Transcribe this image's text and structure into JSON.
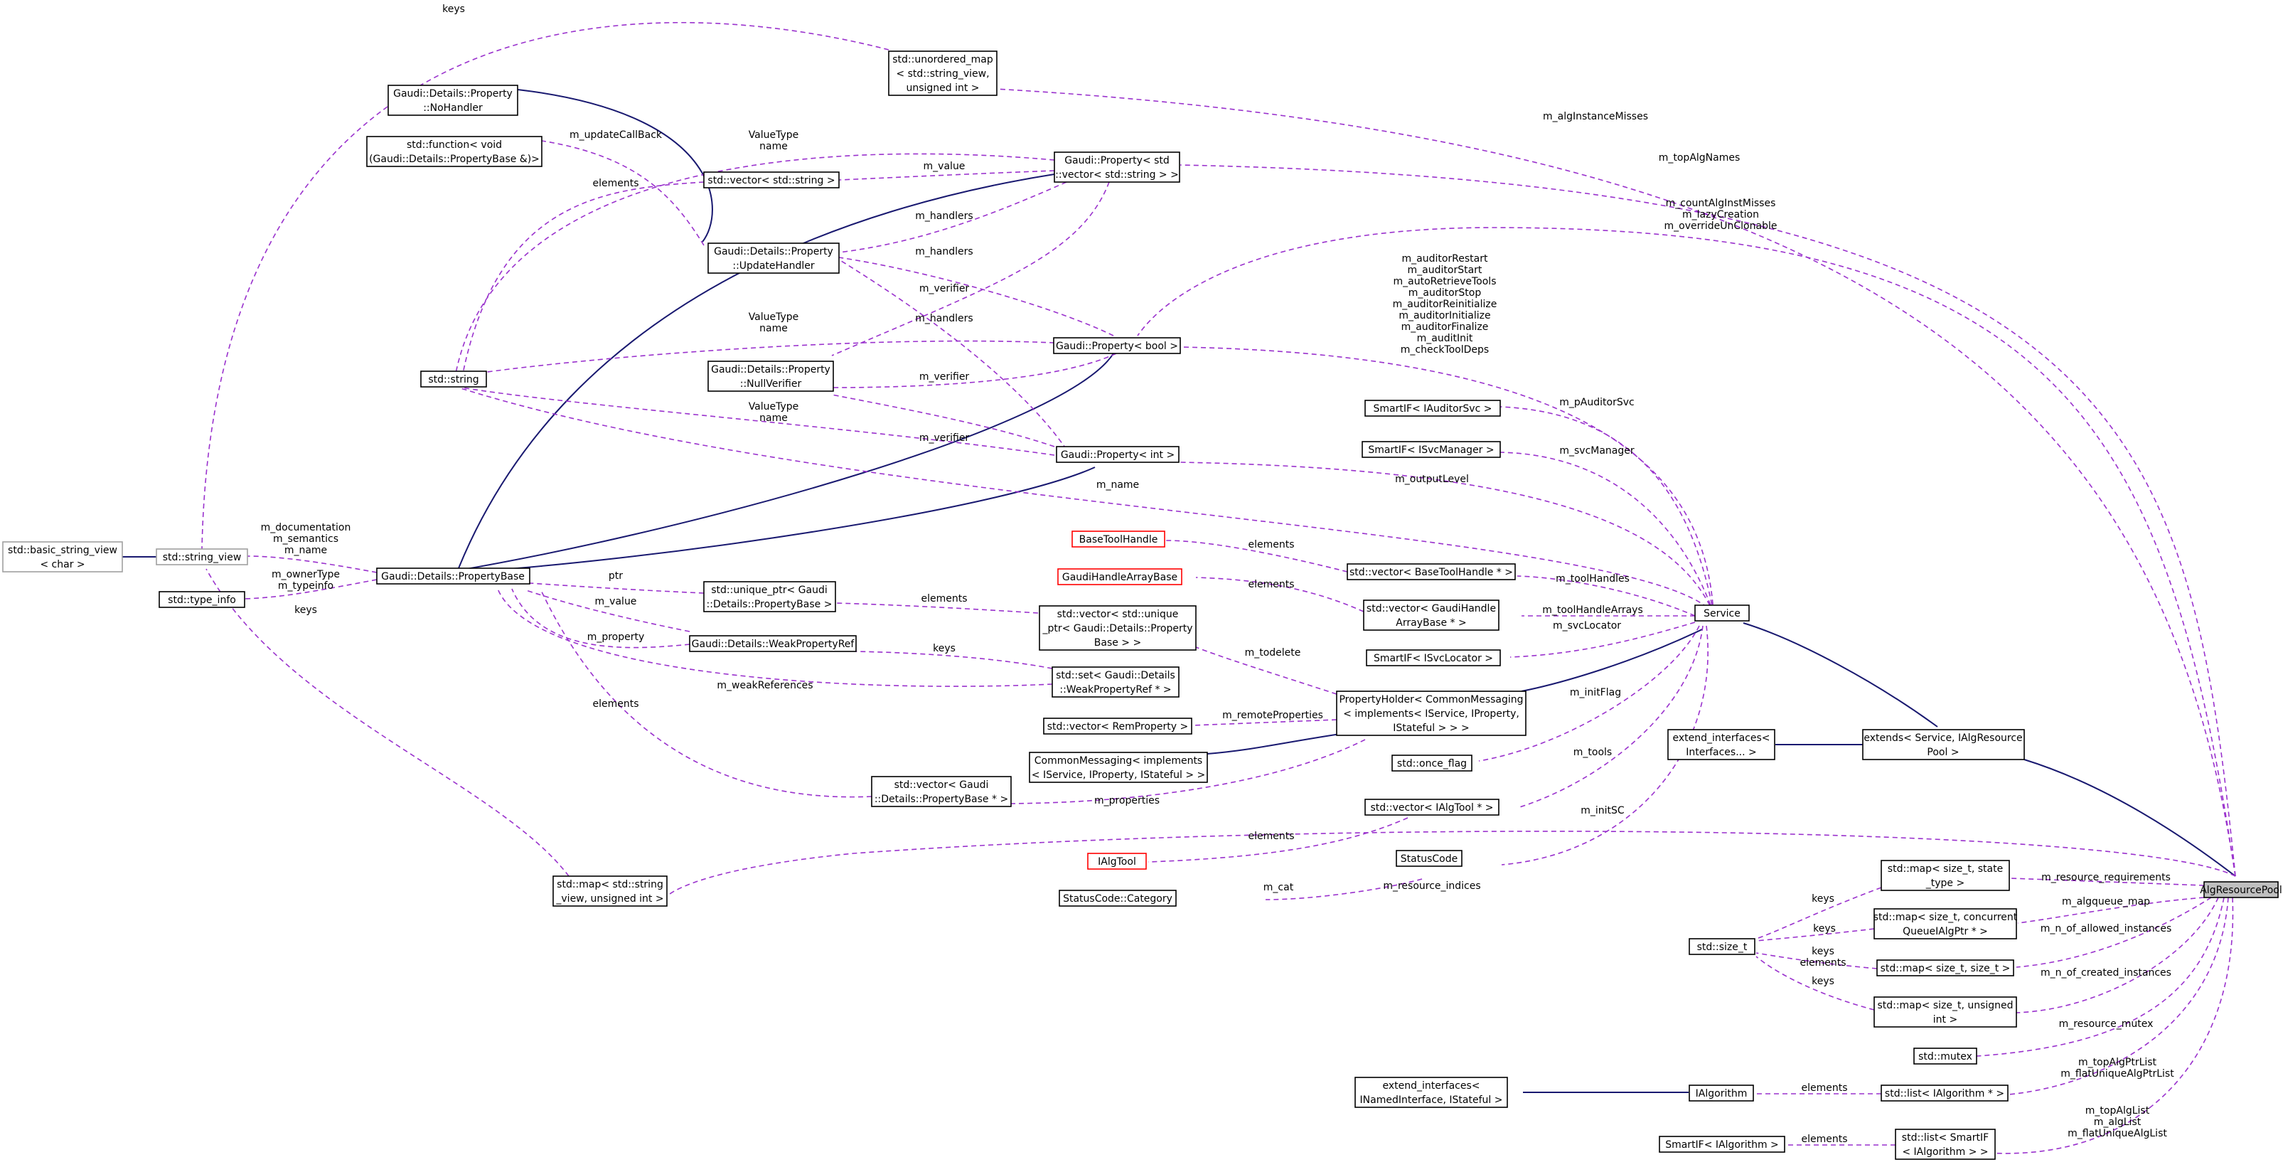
{
  "colors": {
    "inheritance_edge": "#191970",
    "usage_edge": "#9a32cd",
    "highlight_fill": "#bfbfbf",
    "undocumented_border": "#ff0000",
    "external_border": "#a0a0a0"
  },
  "nodes": {
    "algresourcepool": [
      "AlgResourcePool"
    ],
    "extends_service": [
      "extends< Service, IAlgResource",
      "Pool >"
    ],
    "extend_interfaces_dots": [
      "extend_interfaces<",
      "Interfaces... >"
    ],
    "service": [
      "Service"
    ],
    "propertyholder": [
      "PropertyHolder< CommonMessaging",
      "< implements< IService, IProperty,",
      "IStateful > > >"
    ],
    "commonmessaging": [
      "CommonMessaging< implements",
      "< IService, IProperty, IStateful > >"
    ],
    "remproperty_vec": [
      "std::vector< RemProperty >"
    ],
    "unique_ptr_vec": [
      "std::vector< std::unique",
      "_ptr< Gaudi::Details::Property",
      "Base > >"
    ],
    "weakpropref_set": [
      "std::set< Gaudi::Details",
      "::WeakPropertyRef * >"
    ],
    "propertybase_ptr_vec": [
      "std::vector< Gaudi",
      "::Details::PropertyBase * >"
    ],
    "propertybase": [
      "Gaudi::Details::PropertyBase"
    ],
    "unique_ptr_pb": [
      "std::unique_ptr< Gaudi",
      "::Details::PropertyBase >"
    ],
    "weakpropertyref": [
      "Gaudi::Details::WeakPropertyRef"
    ],
    "string_view": [
      "std::string_view"
    ],
    "basic_string_view": [
      "std::basic_string_view",
      "< char >"
    ],
    "type_info": [
      "std::type_info"
    ],
    "std_string": [
      "std::string"
    ],
    "nohandler": [
      "Gaudi::Details::Property",
      "::NoHandler"
    ],
    "std_function": [
      "std::function< void",
      "(Gaudi::Details::PropertyBase &)>"
    ],
    "vector_string": [
      "std::vector< std::string >"
    ],
    "updatehandler": [
      "Gaudi::Details::Property",
      "::UpdateHandler"
    ],
    "nullverifier": [
      "Gaudi::Details::Property",
      "::NullVerifier"
    ],
    "property_vec_string": [
      "Gaudi::Property< std",
      "::vector< std::string > >"
    ],
    "property_bool": [
      "Gaudi::Property< bool >"
    ],
    "property_int": [
      "Gaudi::Property< int >"
    ],
    "unordered_map": [
      "std::unordered_map",
      "< std::string_view,",
      "unsigned int >"
    ],
    "smartif_auditorsvc": [
      "SmartIF< IAuditorSvc >"
    ],
    "smartif_svcmanager": [
      "SmartIF< ISvcManager >"
    ],
    "basetoolhandle": [
      "BaseToolHandle"
    ],
    "basetoolhandle_vec": [
      "std::vector< BaseToolHandle * >"
    ],
    "gaudihandlearraybase": [
      "GaudiHandleArrayBase"
    ],
    "gaudihandlearray_vec": [
      "std::vector< GaudiHandle",
      "ArrayBase * >"
    ],
    "smartif_svclocator": [
      "SmartIF< ISvcLocator >"
    ],
    "once_flag": [
      "std::once_flag"
    ],
    "ialgtool_vec": [
      "std::vector< IAlgTool * >"
    ],
    "ialgtool": [
      "IAlgTool"
    ],
    "statuscode": [
      "StatusCode"
    ],
    "statuscode_category": [
      "StatusCode::Category"
    ],
    "map_string_view": [
      "std::map< std::string",
      "_view, unsigned int >"
    ],
    "map_state": [
      "std::map< size_t, state",
      "_type >"
    ],
    "map_queue": [
      "std::map< size_t, concurrent",
      "QueueIAlgPtr * >"
    ],
    "size_t": [
      "std::size_t"
    ],
    "map_size_t": [
      "std::map< size_t, size_t >"
    ],
    "map_unsigned": [
      "std::map< size_t, unsigned",
      "int >"
    ],
    "mutex": [
      "std::mutex"
    ],
    "ialgorithm": [
      "IAlgorithm"
    ],
    "extend_interfaces_named": [
      "extend_interfaces<",
      "INamedInterface, IStateful >"
    ],
    "list_ialgorithm": [
      "std::list< IAlgorithm * >"
    ],
    "smartif_ialgorithm": [
      "SmartIF< IAlgorithm >"
    ],
    "list_smartif": [
      "std::list< SmartIF",
      "< IAlgorithm > >"
    ]
  },
  "edge_labels": {
    "keys_top": [
      "keys"
    ],
    "algInstanceMisses": [
      "m_algInstanceMisses"
    ],
    "topAlgNames": [
      "m_topAlgNames"
    ],
    "pool_bool": [
      "m_countAlgInstMisses",
      "m_lazyCreation",
      "m_overrideUnClonable"
    ],
    "service_bool": [
      "m_auditorRestart",
      "m_auditorStart",
      "m_autoRetrieveTools",
      "m_auditorStop",
      "m_auditorReinitialize",
      "m_auditorInitialize",
      "m_auditorFinalize",
      "m_auditInit",
      "m_checkToolDeps"
    ],
    "pAuditorSvc": [
      "m_pAuditorSvc"
    ],
    "svcManager": [
      "m_svcManager"
    ],
    "outputLevel": [
      "m_outputLevel"
    ],
    "service_name": [
      "m_name"
    ],
    "elements_basetool": [
      "elements"
    ],
    "toolHandles": [
      "m_toolHandles"
    ],
    "elements_gha": [
      "elements"
    ],
    "toolHandleArrays": [
      "m_toolHandleArrays"
    ],
    "svcLocator": [
      "m_svcLocator"
    ],
    "todelete": [
      "m_todelete"
    ],
    "initFlag": [
      "m_initFlag"
    ],
    "remoteProperties": [
      "m_remoteProperties"
    ],
    "tools": [
      "m_tools"
    ],
    "properties": [
      "m_properties"
    ],
    "elements_ialgtool": [
      "elements"
    ],
    "initSC": [
      "m_initSC"
    ],
    "cat": [
      "m_cat"
    ],
    "resource_indices": [
      "m_resource_indices"
    ],
    "resource_requirements": [
      "m_resource_requirements"
    ],
    "algqueue_map": [
      "m_algqueue_map"
    ],
    "n_allowed": [
      "m_n_of_allowed_instances"
    ],
    "n_created": [
      "m_n_of_created_instances"
    ],
    "resource_mutex": [
      "m_resource_mutex"
    ],
    "topAlgPtrList": [
      "m_topAlgPtrList",
      "m_flatUniqueAlgPtrList"
    ],
    "topAlgList": [
      "m_topAlgList",
      "m_algList",
      "m_flatUniqueAlgList"
    ],
    "elements_ialg": [
      "elements"
    ],
    "elements_smartif": [
      "elements"
    ],
    "keys_state": [
      "keys"
    ],
    "keys_queue": [
      "keys"
    ],
    "keys_elements": [
      "keys",
      "elements"
    ],
    "keys_unsigned": [
      "keys"
    ],
    "sv_labels": [
      "m_documentation",
      "m_semantics",
      "m_name"
    ],
    "ownerType": [
      "m_ownerType",
      "m_typeinfo"
    ],
    "keys_sv": [
      "keys"
    ],
    "ptr": [
      "ptr"
    ],
    "m_value_pb": [
      "m_value"
    ],
    "m_property": [
      "m_property"
    ],
    "weakReferences": [
      "m_weakReferences"
    ],
    "elements_pb_vec": [
      "elements"
    ],
    "elements_uptr": [
      "elements"
    ],
    "keys_wpr": [
      "keys"
    ],
    "updateCallBack": [
      "m_updateCallBack"
    ],
    "vt_vec": [
      "ValueType",
      "name"
    ],
    "m_value_vec": [
      "m_value"
    ],
    "elements_vecstr": [
      "elements"
    ],
    "handlers_vec": [
      "m_handlers"
    ],
    "verifier_vec": [
      "m_verifier"
    ],
    "vt_bool": [
      "ValueType",
      "name"
    ],
    "handlers_bool": [
      "m_handlers"
    ],
    "verifier_bool": [
      "m_verifier"
    ],
    "handlers_int": [
      "m_handlers"
    ],
    "vt_int": [
      "ValueType",
      "name"
    ],
    "verifier_int": [
      "m_verifier"
    ]
  }
}
